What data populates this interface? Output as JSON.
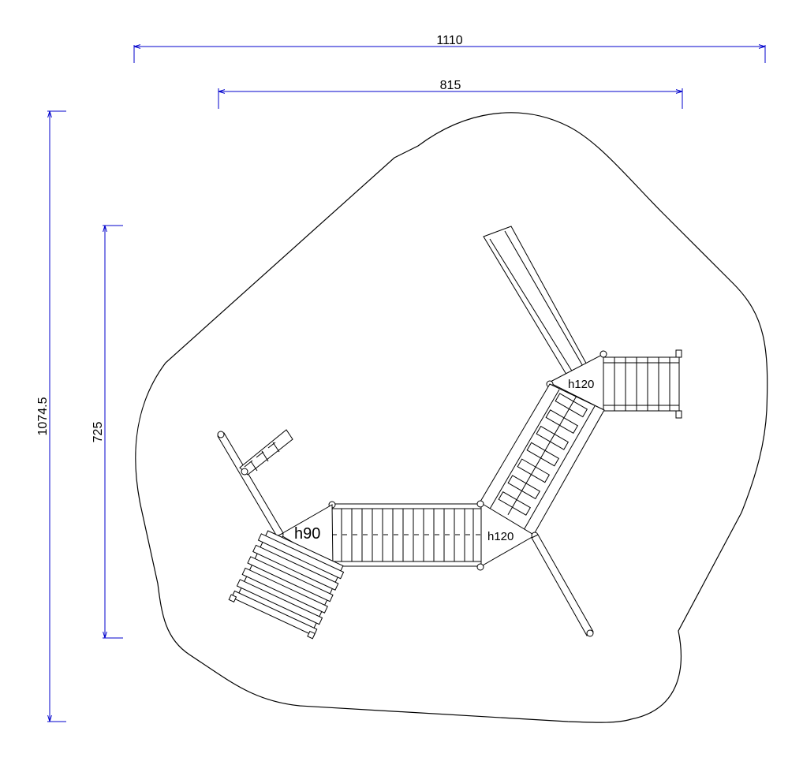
{
  "dimensions": {
    "overall_width": "1110",
    "inner_width": "815",
    "overall_height": "1074.5",
    "inner_height": "725"
  },
  "labels": {
    "platform_low": "h90",
    "platform_mid": "h120",
    "platform_high": "h120"
  },
  "colors": {
    "dimension_line": "#0000cc",
    "drawing_line": "#000000",
    "background": "#ffffff"
  }
}
